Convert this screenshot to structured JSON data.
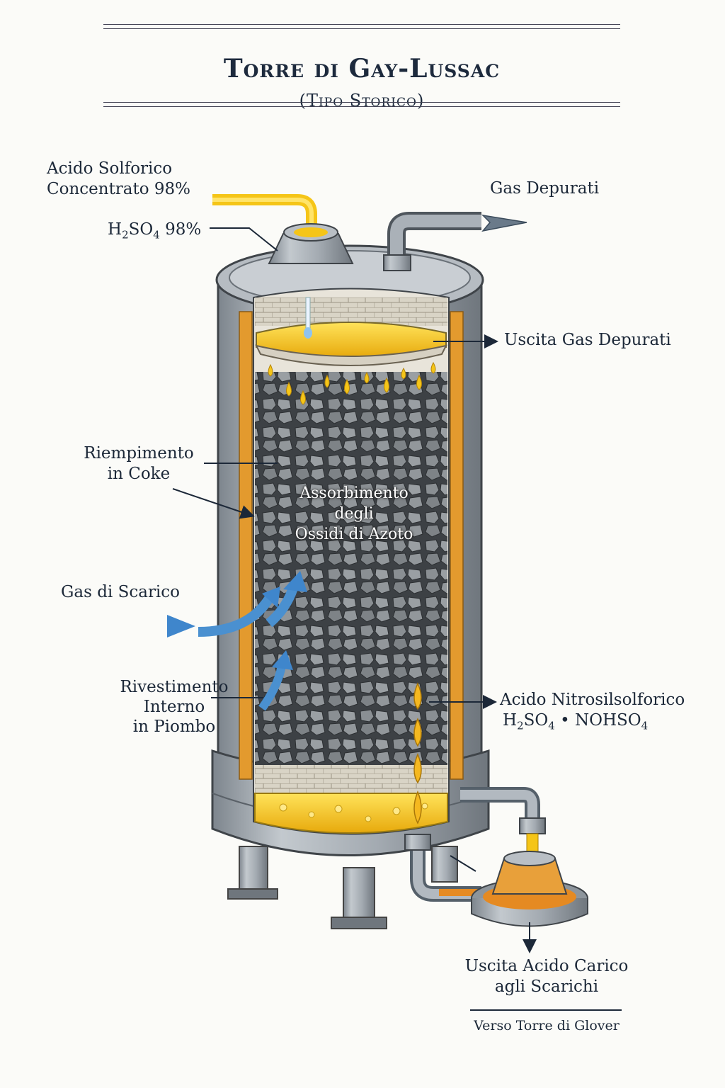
{
  "title": "Torre di Gay-Lussac",
  "subtitle": "(Tipo Storico)",
  "labels": {
    "acid_inlet_line1": "Acido Solforico",
    "acid_inlet_line2": "Concentrato 98%",
    "acid_formula_main": "H",
    "acid_formula_sub1": "2",
    "acid_formula_mid": "SO",
    "acid_formula_sub2": "4",
    "acid_formula_tail": " 98%",
    "gas_out_top": "Gas Depurati",
    "gas_out_side": "Uscita Gas Depurati",
    "coke_line1": "Riempimento",
    "coke_line2": "in Coke",
    "absorb_line1": "Assorbimento",
    "absorb_line2": "degli",
    "absorb_line3": "Ossidi di Azoto",
    "exhaust_gas": "Gas di Scarico",
    "lining_line1": "Rivestimento",
    "lining_line2": "Interno",
    "lining_line3": "in Piombo",
    "nitro_line1": "Acido Nitrosilsolforico",
    "nitro_f1": "H",
    "nitro_f1s": "2",
    "nitro_f2": "SO",
    "nitro_f2s": "4",
    "nitro_f3": " • NOHSO",
    "nitro_f3s": "4",
    "outlet_line1": "Uscita Acido Carico",
    "outlet_line2": "agli Scarichi",
    "glover_note": "Verso Torre di Glover"
  },
  "colors": {
    "acid": "#f5c518",
    "steel": "#9aa2aa",
    "lead_lining": "#e39a2e",
    "coke": "#5f6468",
    "gas_arrow": "#4a90d0"
  }
}
